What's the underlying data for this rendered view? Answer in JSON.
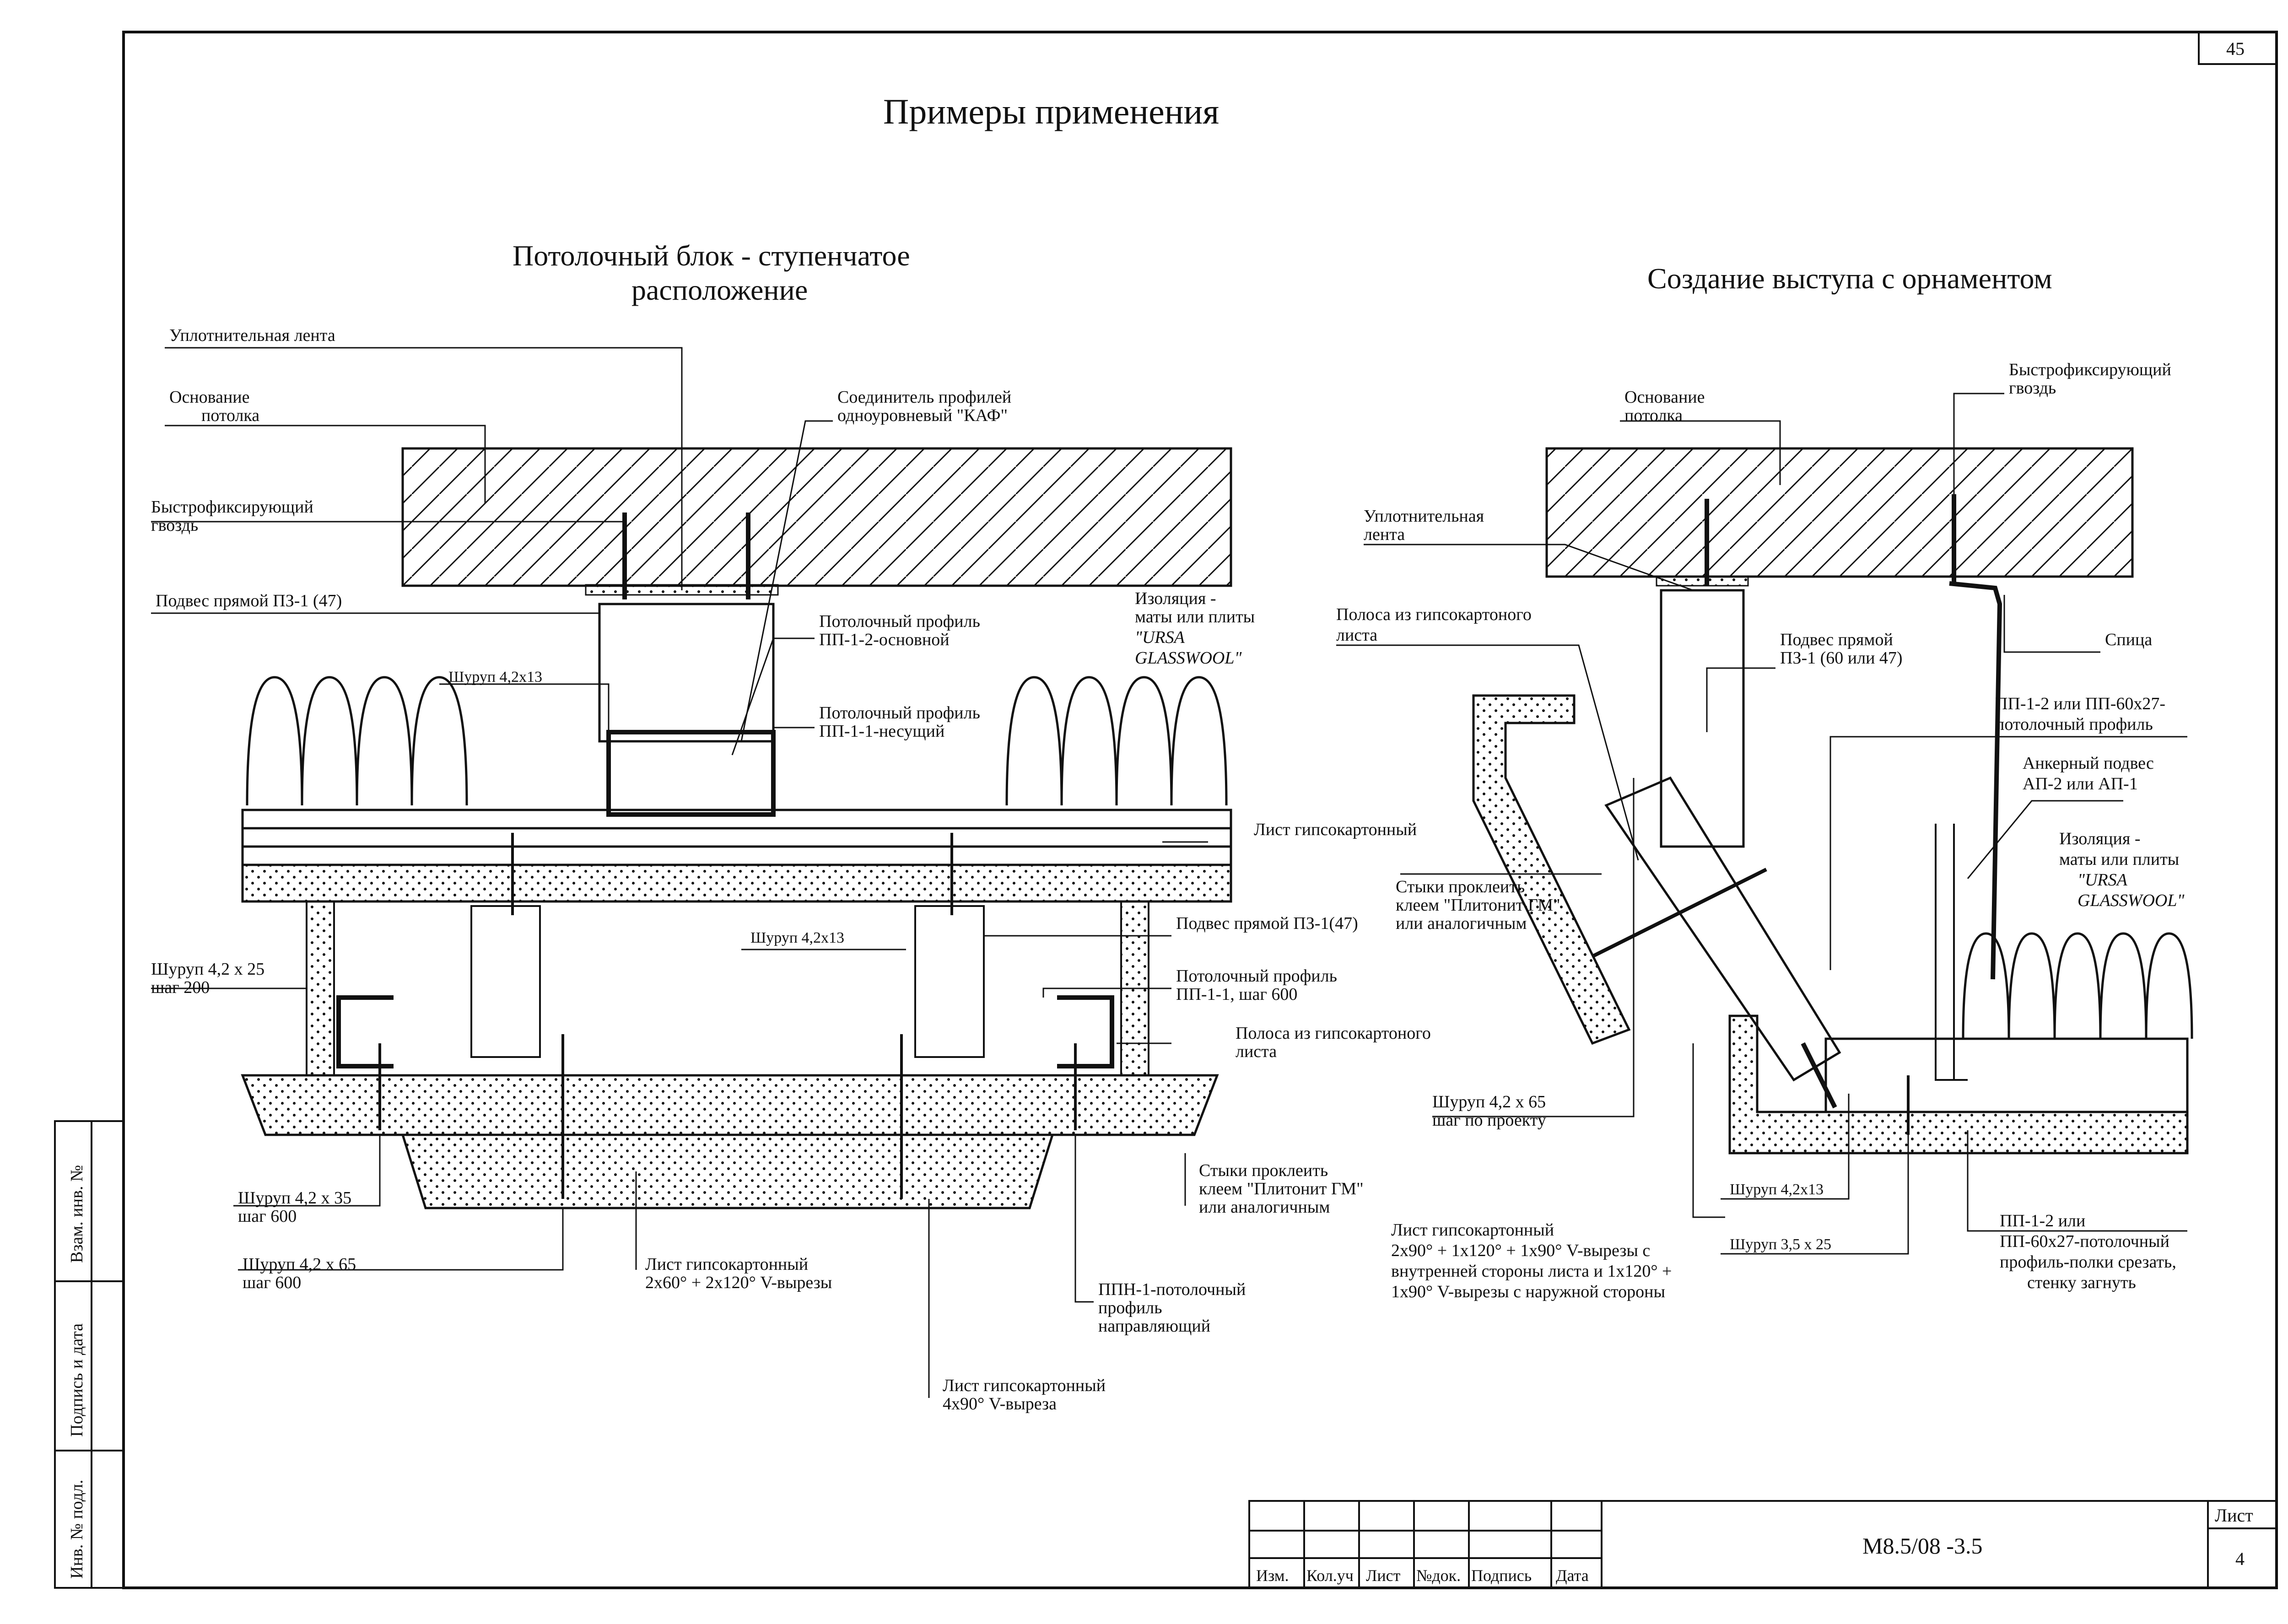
{
  "sheet_number_top": "45",
  "main_title": "Примеры применения",
  "left": {
    "title_line1": "Потолочный блок - ступенчатое",
    "title_line2": "расположение",
    "labels": {
      "seal_tape": "Уплотнительная лента",
      "ceiling_base_1": "Основание",
      "ceiling_base_2": "потолка",
      "connector_1": "Соединитель профилей",
      "connector_2": "одноуровневый \"КАФ\"",
      "nail_1": "Быстрофиксирующий",
      "nail_2": "гвоздь",
      "hanger_top": "Подвес прямой ПЗ-1 (47)",
      "profile_main_1": "Потолочный профиль",
      "profile_main_2": "ПП-1-2-основной",
      "insulation_1": "Изоляция -",
      "insulation_2": "маты или плиты",
      "insulation_3": "\"URSA",
      "insulation_4": "GLASSWOOL\"",
      "screw_4213_a": "Шуруп 4,2х13",
      "profile_bearing_1": "Потолочный профиль",
      "profile_bearing_2": "ПП-1-1-несущий",
      "gypsum_sheet": "Лист гипсокартонный",
      "screw_425_1": "Шуруп 4,2 х 25",
      "screw_425_2": "шаг 200",
      "screw_4213_b": "Шуруп 4,2х13",
      "hanger_mid": "Подвес прямой ПЗ-1(47)",
      "profile_pp11_1": "Потолочный профиль",
      "profile_pp11_2": "ПП-1-1, шаг 600",
      "strip_1": "Полоса из гипсокартоного",
      "strip_2": "листа",
      "screw_435_1": "Шуруп 4,2 х 35",
      "screw_435_2": "шаг 600",
      "joints_1": "Стыки проклеить",
      "joints_2": "клеем \"Плитонит ГМ\"",
      "joints_3": "или аналогичным",
      "screw_465_1": "Шуруп 4,2 х 65",
      "screw_465_2": "шаг 600",
      "sheet_v_1": "Лист гипсокартонный",
      "sheet_v_2": "2х60° + 2х120°  V-вырезы",
      "ppn_1": "ППН-1-потолочный",
      "ppn_2": "профиль",
      "ppn_3": "направляющий",
      "sheet_4x90_1": "Лист гипсокартонный",
      "sheet_4x90_2": "4х90°  V-выреза"
    }
  },
  "right": {
    "title": "Создание выступа с орнаментом",
    "labels": {
      "ceiling_base_1": "Основание",
      "ceiling_base_2": "потолка",
      "nail_1": "Быстрофиксирующий",
      "nail_2": "гвоздь",
      "seal_1": "Уплотнительная",
      "seal_2": "лента",
      "strip_1": "Полоса из гипсокартоного",
      "strip_2": "листа",
      "hanger_1": "Подвес прямой",
      "hanger_2": "ПЗ-1 (60 или 47)",
      "spoke": "Спица",
      "pp12_1": "ПП-1-2 или ПП-60х27-",
      "pp12_2": "потолочный профиль",
      "anchor_1": "Анкерный подвес",
      "anchor_2": "АП-2 или АП-1",
      "insulation_1": "Изоляция -",
      "insulation_2": "маты или плиты",
      "insulation_3": "\"URSA",
      "insulation_4": "GLASSWOOL\"",
      "joints_1": "Стыки проклеить",
      "joints_2": "клеем \"Плитонит ГМ\"",
      "joints_3": "или аналогичным",
      "screw_465_1": "Шуруп 4,2 х 65",
      "screw_465_2": "шаг по проекту",
      "screw_4213": "Шуруп 4,2х13",
      "screw_3525": "Шуруп 3,5 х 25",
      "sheet_1": "Лист гипсокартонный",
      "sheet_2": "2х90° + 1х120° + 1х90° V-вырезы с",
      "sheet_3": "внутренней стороны листа и  1х120° +",
      "sheet_4": "1х90° V-вырезы с наружной стороны",
      "pp12b_1": "ПП-1-2 или",
      "pp12b_2": "ПП-60х27-потолочный",
      "pp12b_3": "профиль-полки срезать,",
      "pp12b_4": "стенку загнуть"
    }
  },
  "side_stamp": {
    "inv_replace": "Взам. инв. №",
    "sign_date": "Подпись и дата",
    "inv_orig": "Инв. № подл."
  },
  "title_block": {
    "cols": [
      "Изм.",
      "Кол.уч",
      "Лист",
      "№док.",
      "Подпись",
      "Дата"
    ],
    "doc_code": "М8.5/08 -3.5",
    "sheet_label": "Лист",
    "sheet_value": "4"
  }
}
